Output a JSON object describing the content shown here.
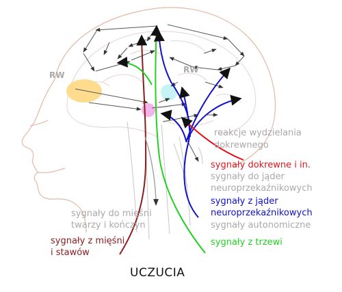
{
  "diagram": {
    "title": "UCZUCIA",
    "region_labels": {
      "rw_front": "RW",
      "rw_back": "RW"
    },
    "labels": {
      "endocrine_reactions": [
        "reakcje wydzielania",
        "dokrewnego"
      ],
      "endocrine_signals": [
        "sygnały dokrewne i in."
      ],
      "to_neurotransmitter_nuclei": [
        "sygnały do jąder",
        "neuroprzekaźnikowych"
      ],
      "from_neurotransmitter_nuclei": [
        "sygnały z jąder",
        "neuroprzekaźnikowych"
      ],
      "autonomic_signals": [
        "sygnały autonomiczne"
      ],
      "to_muscles": [
        "sygnały do mięśni",
        "twarzy i kończyn"
      ],
      "from_muscles": [
        "sygnały z mięśni",
        "i stawów"
      ],
      "from_viscera": [
        "sygnały z trzewi"
      ]
    },
    "colors": {
      "head_outline": "#e2b8a6",
      "arrows": "#444444",
      "muted_text": "#a9a9a9",
      "endocrine": "#e0151b",
      "neurotransmitter": "#1010c8",
      "viscera": "#21d021",
      "muscle": "#8b1a1a",
      "rw_region": "#fddc8e",
      "blue_region": "#c6f3f5",
      "pink_region": "#f5b3ee"
    }
  }
}
